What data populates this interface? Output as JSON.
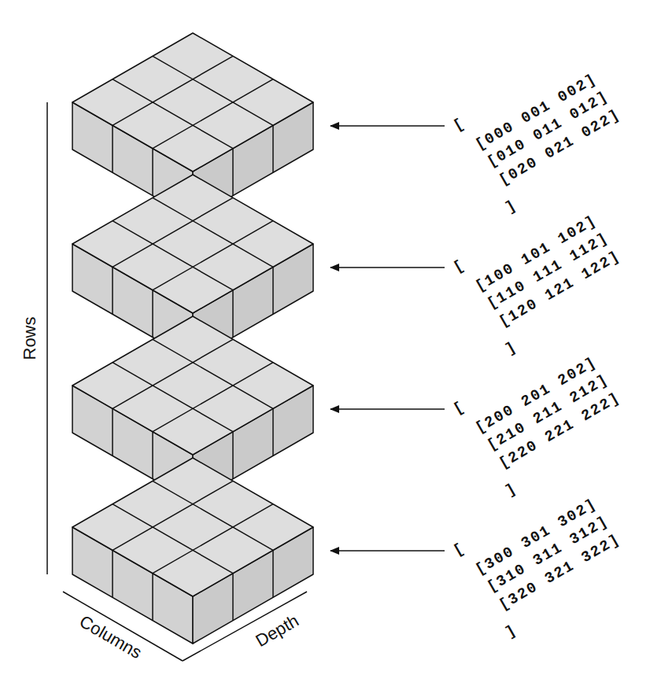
{
  "diagram": {
    "labels": [
      "Rows",
      "Columns",
      "Depth",
      "[",
      "[000 001 002]",
      "[010 011 012]",
      "[020 021 022]",
      "]",
      "[",
      "[100 101 102]",
      "[110 111 112]",
      "[120 121 122]",
      "]",
      "[",
      "[200 201 202]",
      "[210 211 212]",
      "[220 221 222]",
      "]",
      "[",
      "[300 301 302]",
      "[310 311 312]",
      "[320 321 322]",
      "]"
    ]
  }
}
